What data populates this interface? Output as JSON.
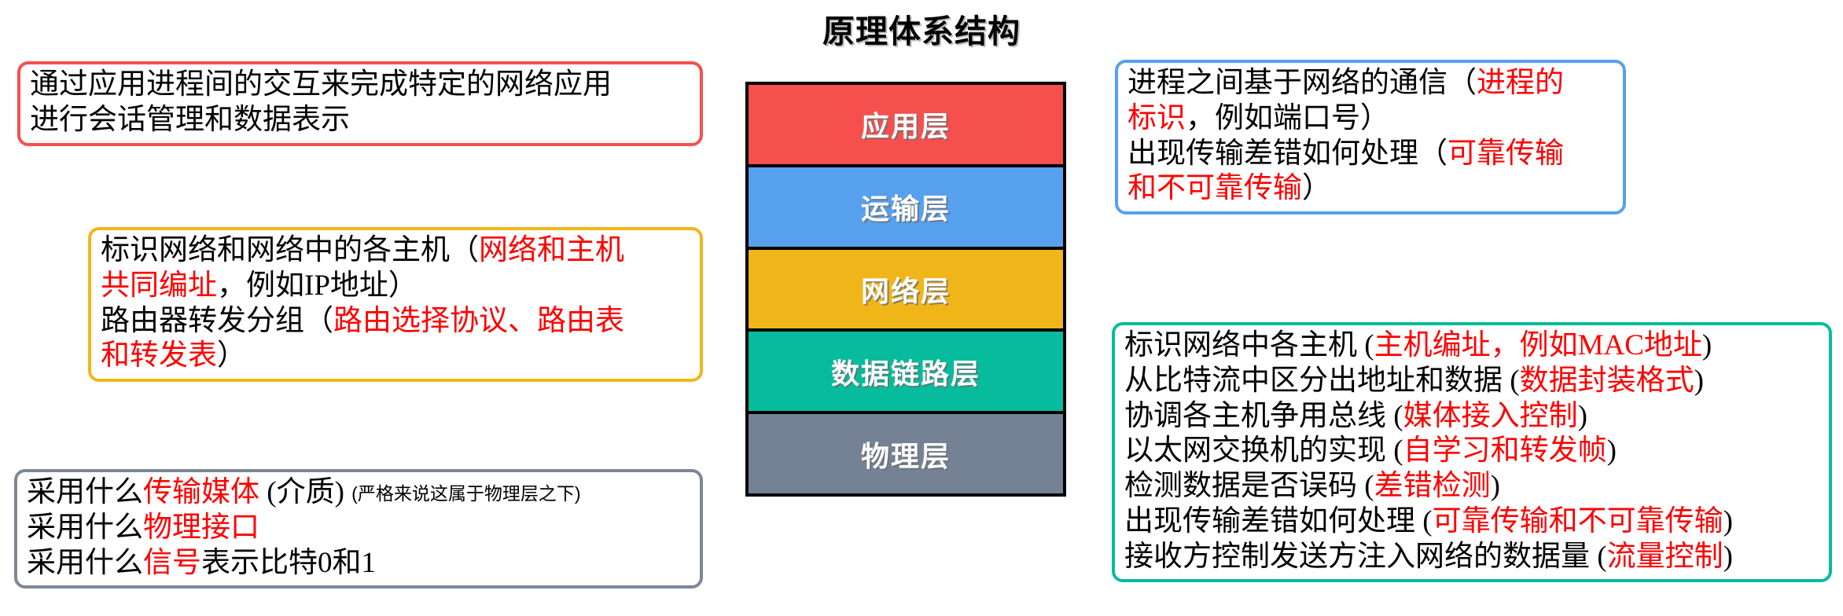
{
  "title": "原理体系结构",
  "colors": {
    "application": "#F5504D",
    "transport": "#57A0EE",
    "network": "#F0B619",
    "datalink": "#06BC9C",
    "physical": "#758295",
    "highlight": "#FF0000",
    "outline": "#000000"
  },
  "layers": [
    {
      "name": "application",
      "label": "应用层",
      "color": "#F5504D"
    },
    {
      "name": "transport",
      "label": "运输层",
      "color": "#57A0EE"
    },
    {
      "name": "network",
      "label": "网络层",
      "color": "#F0B619"
    },
    {
      "name": "datalink",
      "label": "数据链路层",
      "color": "#06BC9C"
    },
    {
      "name": "physical",
      "label": "物理层",
      "color": "#758295"
    }
  ],
  "callouts": {
    "application": {
      "border_color": "#F5504D",
      "lines": [
        "通过应用进程间的交互来完成特定的网络应用",
        "进行会话管理和数据表示"
      ]
    },
    "transport": {
      "border_color": "#57A0EE",
      "lines": [
        "进程之间基于网络的通信（进程的",
        "标识，例如端口号）",
        "出现传输差错如何处理（可靠传输",
        "和不可靠传输）"
      ],
      "highlights": [
        "进程的",
        "标识",
        "可靠传输",
        "和不可靠传输"
      ]
    },
    "network": {
      "border_color": "#F0B619",
      "lines": [
        "标识网络和网络中的各主机（网络和主机",
        "共同编址，例如IP地址）",
        "路由器转发分组（路由选择协议、路由表",
        "和转发表）"
      ],
      "highlights": [
        "网络和主机",
        "共同编址",
        "路由选择协议、路由表",
        "和转发表"
      ]
    },
    "datalink": {
      "border_color": "#06BC9C",
      "lines": [
        "标识网络中各主机 (主机编址，例如MAC地址)",
        "从比特流中区分出地址和数据 (数据封装格式)",
        "协调各主机争用总线 (媒体接入控制)",
        "以太网交换机的实现 (自学习和转发帧)",
        "检测数据是否误码 (差错检测)",
        "出现传输差错如何处理 (可靠传输和不可靠传输)",
        "接收方控制发送方注入网络的数据量 (流量控制)"
      ],
      "highlights": [
        "主机编址，例如MAC地址",
        "数据封装格式",
        "媒体接入控制",
        "自学习和转发帧",
        "差错检测",
        "可靠传输和不可靠传输",
        "流量控制"
      ]
    },
    "physical": {
      "border_color": "#7C8799",
      "lines": [
        "采用什么传输媒体 (介质) (严格来说这属于物理层之下)",
        "采用什么物理接口",
        "采用什么信号表示比特0和1"
      ],
      "highlights": [
        "传输媒体",
        "物理接口",
        "信号"
      ],
      "note": "(严格来说这属于物理层之下)"
    }
  },
  "text_fragments": {
    "app_l1": "通过应用进程间的交互来完成特定的网络应用",
    "app_l2": "进行会话管理和数据表示",
    "net_l1_a": "标识网络和网络中的各主机（",
    "net_l1_b": "网络和主机",
    "net_l2_a": "共同编址",
    "net_l2_b": "，例如IP地址）",
    "net_l3_a": "路由器转发分组（",
    "net_l3_b": "路由选择协议、路由表",
    "net_l4_a": "和转发表",
    "net_l4_b": "）",
    "phy_l1_a": "采用什么",
    "phy_l1_b": "传输媒体",
    "phy_l1_c": " (介质) ",
    "phy_l1_d": "(严格来说这属于物理层之下)",
    "phy_l2_a": "采用什么",
    "phy_l2_b": "物理接口",
    "phy_l3_a": "采用什么",
    "phy_l3_b": "信号",
    "phy_l3_c": "表示比特0和1",
    "tra_l1_a": "进程之间基于网络的通信（",
    "tra_l1_b": "进程的",
    "tra_l2_a": "标识",
    "tra_l2_b": "，例如端口号）",
    "tra_l3_a": "出现传输差错如何处理（",
    "tra_l3_b": "可靠传输",
    "tra_l4_a": "和不可靠传输",
    "tra_l4_b": "）",
    "dl_l1_a": "标识网络中各主机 (",
    "dl_l1_b": "主机编址，例如MAC地址",
    "dl_l1_c": ")",
    "dl_l2_a": "从比特流中区分出地址和数据 (",
    "dl_l2_b": "数据封装格式",
    "dl_l2_c": ")",
    "dl_l3_a": "协调各主机争用总线 (",
    "dl_l3_b": "媒体接入控制",
    "dl_l3_c": ")",
    "dl_l4_a": "以太网交换机的实现 (",
    "dl_l4_b": "自学习和转发帧",
    "dl_l4_c": ")",
    "dl_l5_a": "检测数据是否误码 (",
    "dl_l5_b": "差错检测",
    "dl_l5_c": ")",
    "dl_l6_a": "出现传输差错如何处理 (",
    "dl_l6_b": "可靠传输和不可靠传输",
    "dl_l6_c": ")",
    "dl_l7_a": "接收方控制发送方注入网络的数据量 (",
    "dl_l7_b": "流量控制",
    "dl_l7_c": ")"
  }
}
